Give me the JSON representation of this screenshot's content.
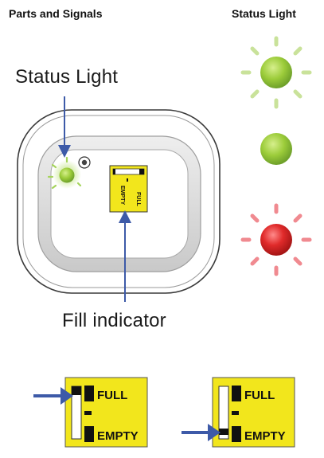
{
  "headings": {
    "left": "Parts and Signals",
    "right": "Status Light"
  },
  "callouts": {
    "status_light": "Status Light",
    "fill_indicator": "Fill indicator"
  },
  "indicator": {
    "full_label": "FULL",
    "empty_label": "EMPTY"
  },
  "status_states": [
    {
      "color": "green",
      "light": "flashing"
    },
    {
      "color": "green",
      "light": "steady"
    },
    {
      "color": "red",
      "light": "flashing"
    }
  ],
  "fill_levels": [
    {
      "pointer": "FULL",
      "level": 1.0
    },
    {
      "pointer": "EMPTY",
      "level": 0.0
    }
  ],
  "colors": {
    "green": "#8ec63f",
    "green_rays": "#c9e29a",
    "red": "#d9262e",
    "red_rays": "#f08a90",
    "indicator_yellow": "#f2e61c",
    "arrow_blue": "#3d5aa8"
  }
}
